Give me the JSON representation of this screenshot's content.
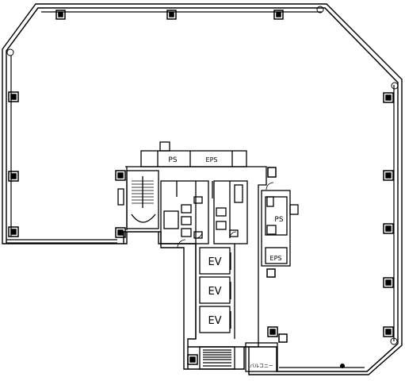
{
  "labels": {
    "ps_top": "PS",
    "eps_top": "EPS",
    "ps_right": "PS",
    "eps_right": "EPS",
    "ev1": "EV",
    "ev2": "EV",
    "ev3": "EV",
    "balcony": "バルコニー"
  },
  "colors": {
    "wall": "#000000",
    "background": "#ffffff"
  }
}
